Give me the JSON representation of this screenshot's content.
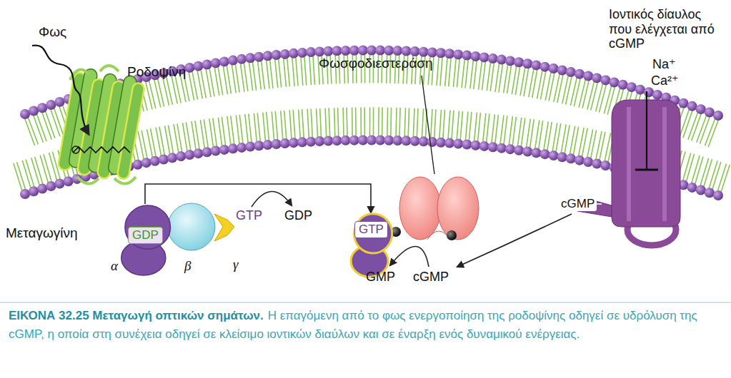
{
  "diagram": {
    "title": "ΕΙΚΟΝΑ 32.25 Μεταγωγή οπτικών σημάτων.",
    "caption": "Η επαγόμενη από το φως ενεργοποίηση της ροδοψίνης οδηγεί σε υδρόλυση της cGMP, η οποία στη συνέχεια οδηγεί σε κλείσιμο ιοντικών διαύλων και σε έναρξη ενός δυναμικού ενέργειας.",
    "nodes": [
      {
        "text": [
          "Ροδοψίνη"
        ]
      },
      {
        "text": [
          "GDP"
        ]
      },
      {
        "text": [
          "GTP"
        ]
      },
      {
        "text": [
          "Φωσφοδιεστεράση"
        ]
      },
      {
        "text": [
          "Ιοντικός δίαυλος που ελέγχεται από cGMP"
        ]
      }
    ],
    "edges": [
      {
        "from": 1,
        "to": 2,
        "arrow": "to"
      }
    ],
    "labels": [
      "Φως",
      "Μεταγωγίνη",
      "α",
      "β",
      "γ",
      "GTP",
      "GDP",
      "GMP",
      "cGMP",
      "cGMP",
      "Na⁺",
      "Ca²⁺"
    ]
  }
}
